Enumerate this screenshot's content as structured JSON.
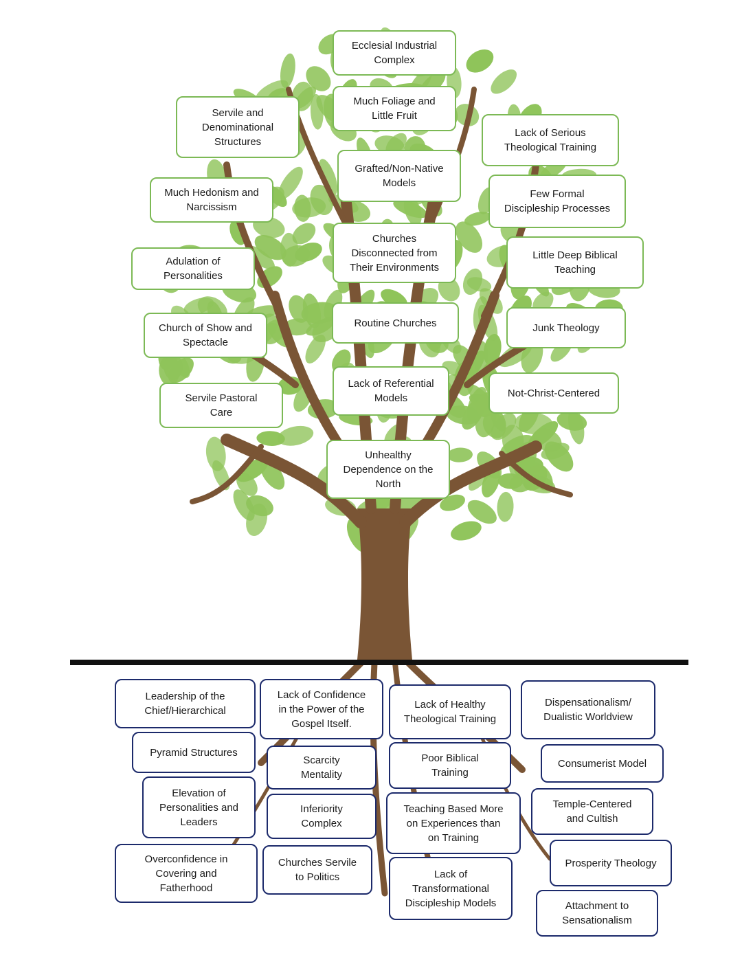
{
  "colors": {
    "leaf_border": "#7cb955",
    "root_border": "#1c2a6b",
    "trunk": "#7a5535",
    "leaf_fill": "#8fc45a",
    "ground_line": "#111111"
  },
  "fruits": [
    "Ecclesial Industrial\nComplex",
    "Much Foliage and\nLittle Fruit",
    "Servile and\nDenominational\nStructures",
    "Lack of Serious\nTheological Training",
    "Grafted/Non-Native\nModels",
    "Much Hedonism and\nNarcissism",
    "Few Formal\nDiscipleship Processes",
    "Churches\nDisconnected from\nTheir Environments",
    "Little Deep Biblical\nTeaching",
    "Adulation of\nPersonalities",
    "Routine Churches",
    "Junk Theology",
    "Church of Show and\nSpectacle",
    "Lack of Referential\nModels",
    "Not-Christ-Centered",
    "Servile Pastoral\nCare",
    "Unhealthy\nDependence on the\nNorth"
  ],
  "roots": [
    "Leadership of the\nChief/Hierarchical",
    "Lack of Confidence\nin the Power of the\nGospel Itself.",
    "Lack of Healthy\nTheological Training",
    "Dispensationalism/\nDualistic Worldview",
    "Pyramid Structures",
    "Scarcity\nMentality",
    "Poor Biblical\nTraining",
    "Consumerist Model",
    "Elevation of\nPersonalities and\nLeaders",
    "Inferiority\nComplex",
    "Teaching Based More\non Experiences than\non Training",
    "Temple-Centered\nand Cultish",
    "Overconfidence in\nCovering and\nFatherhood",
    "Churches Servile\nto Politics",
    "Lack of\nTransformational\nDiscipleship Models",
    "Prosperity Theology",
    "Attachment to\nSensationalism"
  ]
}
